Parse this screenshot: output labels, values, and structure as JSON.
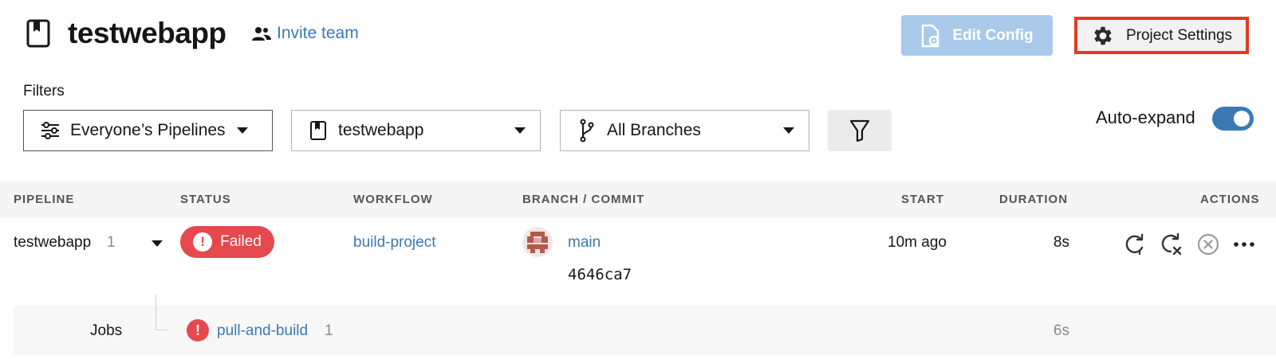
{
  "header": {
    "project_name": "testwebapp",
    "invite_label": "Invite team",
    "edit_config_label": "Edit Config",
    "project_settings_label": "Project Settings"
  },
  "filters": {
    "label": "Filters",
    "pipelines_select": "Everyone’s Pipelines",
    "project_select": "testwebapp",
    "branch_select": "All Branches",
    "auto_expand_label": "Auto-expand",
    "auto_expand_on": true
  },
  "table": {
    "headers": {
      "pipeline": "PIPELINE",
      "status": "STATUS",
      "workflow": "WORKFLOW",
      "branch_commit": "BRANCH / COMMIT",
      "start": "START",
      "duration": "DURATION",
      "actions": "ACTIONS"
    },
    "rows": [
      {
        "pipeline": "testwebapp",
        "number": "1",
        "status": "Failed",
        "workflow": "build-project",
        "branch": "main",
        "commit": "4646ca7",
        "start": "10m ago",
        "duration": "8s",
        "jobs": {
          "label": "Jobs",
          "items": [
            {
              "name": "pull-and-build",
              "number": "1",
              "duration": "6s",
              "status": "failed"
            }
          ]
        }
      }
    ]
  },
  "colors": {
    "accent": "#3a79b6",
    "failed": "#e5484d",
    "highlight": "#e23b21",
    "edit_config_bg": "#a9c9ea"
  },
  "icons": {
    "project": "bookmark-icon",
    "invite": "team-icon",
    "edit_config": "config-file-icon",
    "settings": "gear-icon",
    "pipelines": "sliders-icon",
    "branch": "branch-icon",
    "filter": "funnel-icon",
    "rerun": "rerun-icon",
    "rerun_failed": "rerun-failed-icon",
    "cancel": "cancel-icon",
    "more": "more-icon"
  }
}
